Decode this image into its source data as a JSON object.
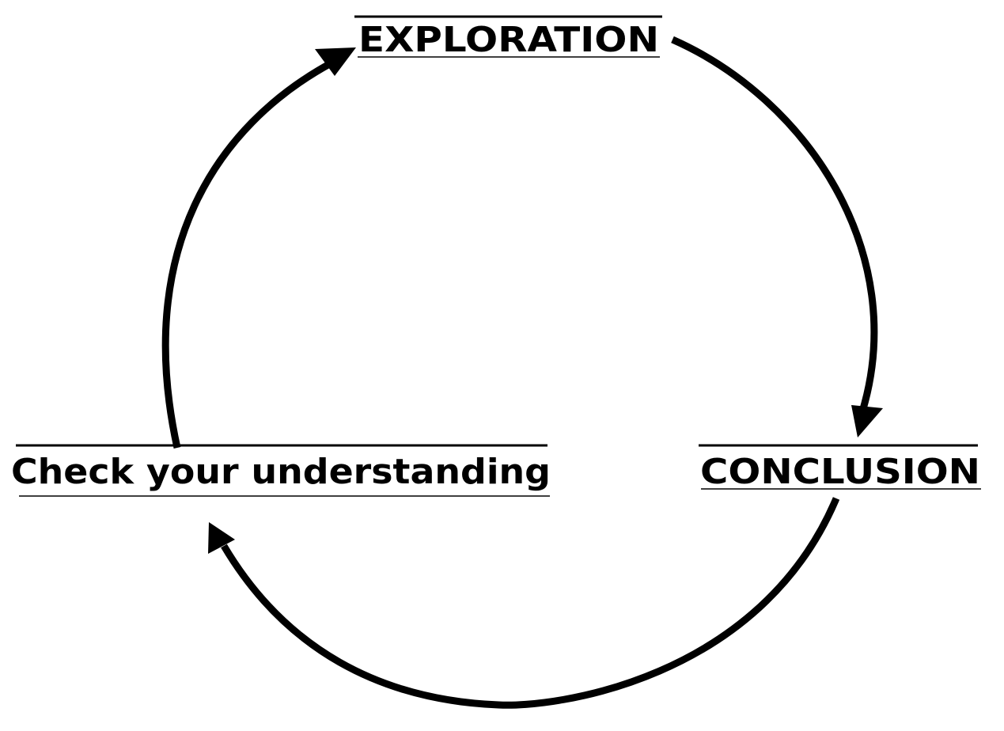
{
  "diagram": {
    "type": "cycle",
    "nodes": [
      {
        "id": "exploration",
        "label": "EXPLORATION"
      },
      {
        "id": "conclusion",
        "label": "CONCLUSION"
      },
      {
        "id": "check",
        "label": "Check your understanding"
      }
    ],
    "edges": [
      {
        "from": "exploration",
        "to": "conclusion"
      },
      {
        "from": "conclusion",
        "to": "check"
      },
      {
        "from": "check",
        "to": "exploration"
      }
    ],
    "colors": {
      "line": "#000000",
      "background": "#ffffff"
    }
  }
}
